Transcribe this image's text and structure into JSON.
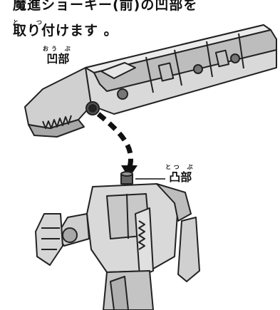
{
  "instruction": {
    "line1": "魔進ショーキー(前)の凹部を",
    "line2": "取り付けます 。",
    "ruby_line2": "と　　つ"
  },
  "callouts": {
    "concave": {
      "ruby": "おう ぶ",
      "label": "凹部"
    },
    "convex": {
      "ruby": "とつ ぶ",
      "label": "凸部"
    }
  },
  "colors": {
    "part_fill": "#d9d9d9",
    "part_shade": "#a8a8a8",
    "outline": "#222222",
    "arrow": "#111111"
  },
  "illustration": {
    "upper_part": "majin-shokey-front-part",
    "lower_part": "robot-body",
    "arrow": "dashed-arrow-down"
  }
}
